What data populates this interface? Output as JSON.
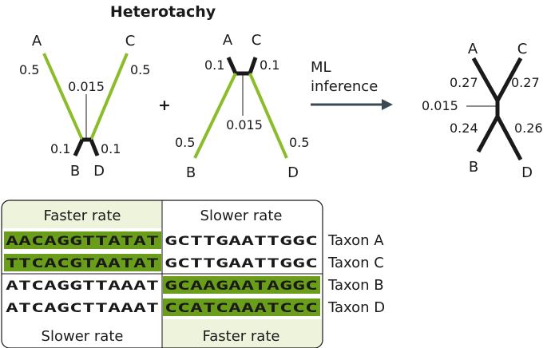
{
  "title": "Heterotachy",
  "colors": {
    "green": "#8bbd2b",
    "black": "#1a1a1a",
    "panel_fill": "#eef3dc",
    "highlight": "#6a9d1a",
    "arrow": "#3a4a55"
  },
  "tree1": {
    "labels": [
      "A",
      "C",
      "B",
      "D"
    ],
    "branches": {
      "A": "0.5",
      "C": "0.5",
      "internal": "0.015",
      "B": "0.1",
      "D": "0.1"
    }
  },
  "plus": "+",
  "tree2": {
    "labels": [
      "A",
      "C",
      "B",
      "D"
    ],
    "branches": {
      "A": "0.1",
      "C": "0.1",
      "internal": "0.015",
      "B": "0.5",
      "D": "0.5"
    }
  },
  "arrow": {
    "line1": "ML",
    "line2": "inference"
  },
  "tree3": {
    "labels": [
      "A",
      "C",
      "B",
      "D"
    ],
    "branches": {
      "A": "0.27",
      "C": "0.27",
      "internal": "0.015",
      "B": "0.24",
      "D": "0.26"
    }
  },
  "alignment": {
    "top_headers": [
      "Faster rate",
      "Slower rate"
    ],
    "bottom_headers": [
      "Slower rate",
      "Faster rate"
    ],
    "rows": [
      {
        "left": "AACAGGTTATAT",
        "right": "GCTTGAATTGGC",
        "taxon": "Taxon A",
        "highlight": "left"
      },
      {
        "left": "TTCACGTAATAT",
        "right": "GCTTGAATTGGC",
        "taxon": "Taxon C",
        "highlight": "left"
      },
      {
        "left": "ATCAGGTTAAAT",
        "right": "GCAAGAATAGGC",
        "taxon": "Taxon B",
        "highlight": "right"
      },
      {
        "left": "ATCAGCTTAAAT",
        "right": "CCATCAAATCCC",
        "taxon": "Taxon D",
        "highlight": "right"
      }
    ]
  }
}
